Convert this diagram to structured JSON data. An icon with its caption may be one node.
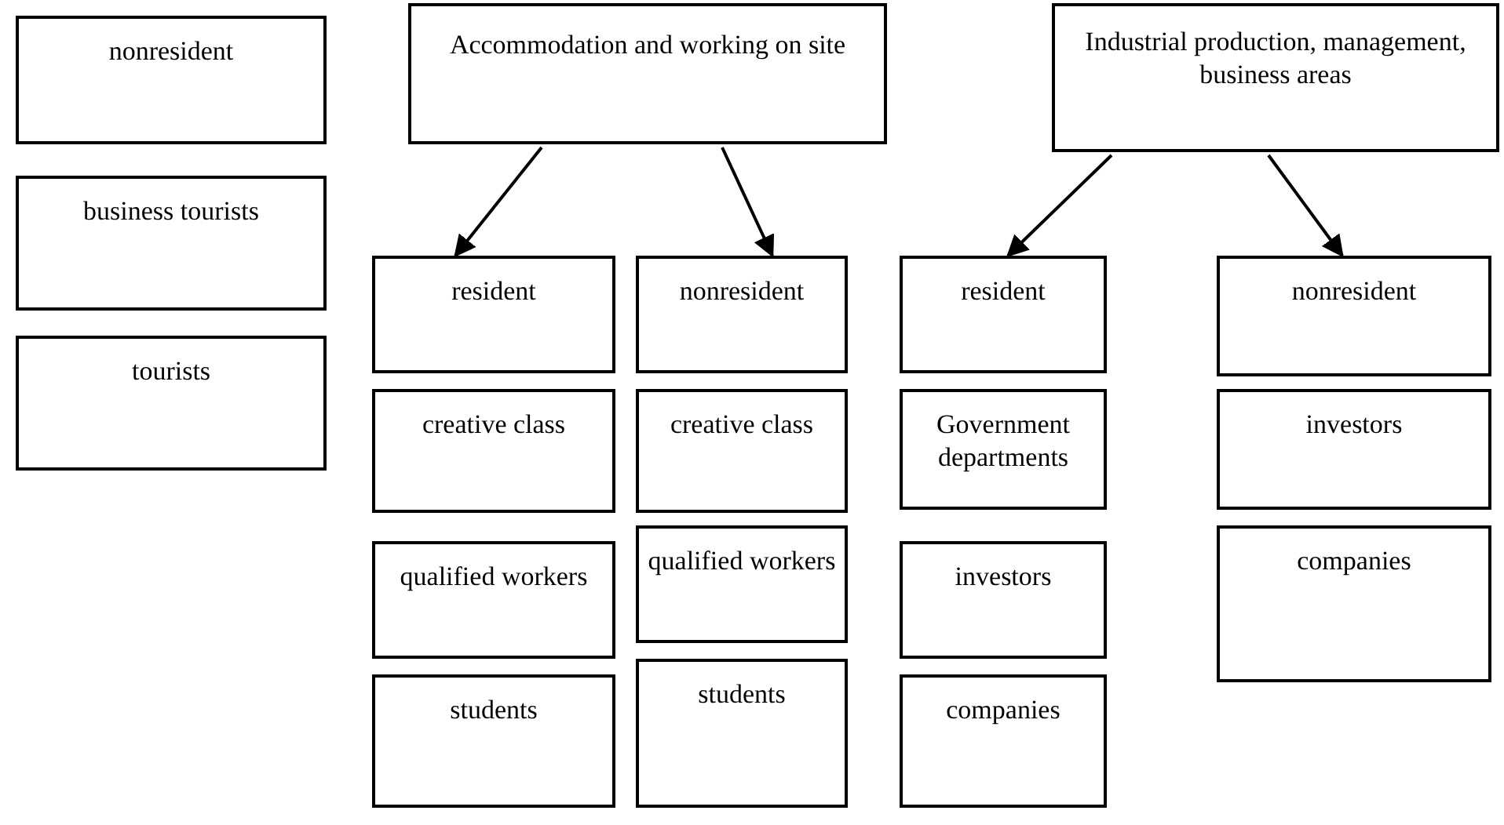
{
  "diagram": {
    "nodes": [
      {
        "text": [
          "nonresident"
        ]
      },
      {
        "text": [
          "Accommodation and working on site"
        ]
      },
      {
        "text": [
          "Industrial production, management, business areas"
        ]
      },
      {
        "text": [
          "business tourists"
        ]
      },
      {
        "text": [
          "tourists"
        ]
      },
      {
        "text": [
          "resident"
        ]
      },
      {
        "text": [
          "nonresident"
        ]
      },
      {
        "text": [
          "resident"
        ]
      },
      {
        "text": [
          "nonresident"
        ]
      },
      {
        "text": [
          "creative class"
        ]
      },
      {
        "text": [
          "creative class"
        ]
      },
      {
        "text": [
          "Government departments"
        ]
      },
      {
        "text": [
          "investors"
        ]
      },
      {
        "text": [
          "qualified workers"
        ]
      },
      {
        "text": [
          "qualified workers"
        ]
      },
      {
        "text": [
          "investors"
        ]
      },
      {
        "text": [
          "companies"
        ]
      },
      {
        "text": [
          "students"
        ]
      },
      {
        "text": [
          "students"
        ]
      },
      {
        "text": [
          "companies"
        ]
      }
    ],
    "edges": [
      {
        "from": 1,
        "to": 5,
        "arrow": "to"
      },
      {
        "from": 1,
        "to": 6,
        "arrow": "to"
      },
      {
        "from": 2,
        "to": 7,
        "arrow": "to"
      },
      {
        "from": 2,
        "to": 8,
        "arrow": "to"
      }
    ]
  }
}
